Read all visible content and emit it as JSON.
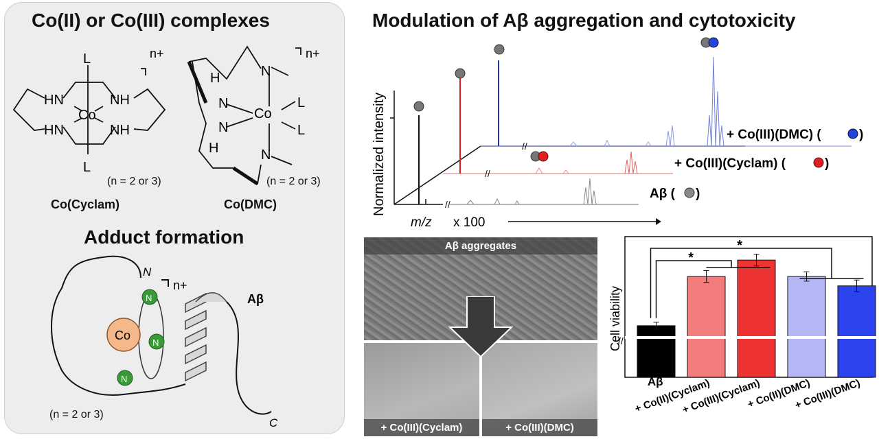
{
  "left": {
    "title": "Co(II) or Co(III) complexes",
    "cyclam": {
      "name": "Co(Cyclam)",
      "charge": "n+",
      "n_note": "(n = 2 or 3)",
      "atoms": [
        "L",
        "HN",
        "NH",
        "Co",
        "HN",
        "NH",
        "L"
      ]
    },
    "dmc": {
      "name": "Co(DMC)",
      "charge": "n+",
      "n_note": "(n = 2 or 3)",
      "atoms": [
        "H",
        "N",
        "N",
        "Co",
        "N",
        "H",
        "N",
        "L",
        "L"
      ]
    },
    "adduct": {
      "title": "Adduct formation",
      "n_term": "N",
      "c_term": "C",
      "charge": "n+",
      "peptide": "Aβ",
      "metal": "Co",
      "ligand_n": "N",
      "n_note": "(n = 2 or 3)"
    }
  },
  "right": {
    "title": "Modulation of Aβ aggregation and cytotoxicity",
    "ms": {
      "ylabel": "Normalized intensity",
      "xlabel_italic": "m/z",
      "xlabel_rest": "x 100",
      "traces": [
        {
          "label": "Aβ (",
          "label_end": ")",
          "color": "#555555",
          "dot": "#888888"
        },
        {
          "label": "+ Co(III)(Cyclam) (",
          "label_end": ")",
          "color": "#e04040",
          "dot": "#e02020"
        },
        {
          "label": "+ Co(III)(DMC) (",
          "label_end": ")",
          "color": "#3344cc",
          "dot": "#2244dd"
        }
      ]
    },
    "tem": {
      "top": "Aβ aggregates",
      "bottom_left": "+ Co(III)(Cyclam)",
      "bottom_right": "+ Co(III)(DMC)"
    },
    "chart_data": {
      "type": "bar",
      "ylabel": "Cell viability",
      "categories": [
        "Aβ",
        "+ Co(II)(Cyclam)",
        "+ Co(III)(Cyclam)",
        "+ Co(II)(DMC)",
        "+ Co(III)(DMC)"
      ],
      "values": [
        72,
        93,
        100,
        93,
        89
      ],
      "errors": [
        1.5,
        2.5,
        2.5,
        2,
        2.5
      ],
      "colors": [
        "#000000",
        "#f27c7c",
        "#ee3333",
        "#b3b8f4",
        "#2b44ee"
      ],
      "ylim": [
        50,
        110
      ],
      "significance": [
        "*",
        "*"
      ]
    }
  }
}
